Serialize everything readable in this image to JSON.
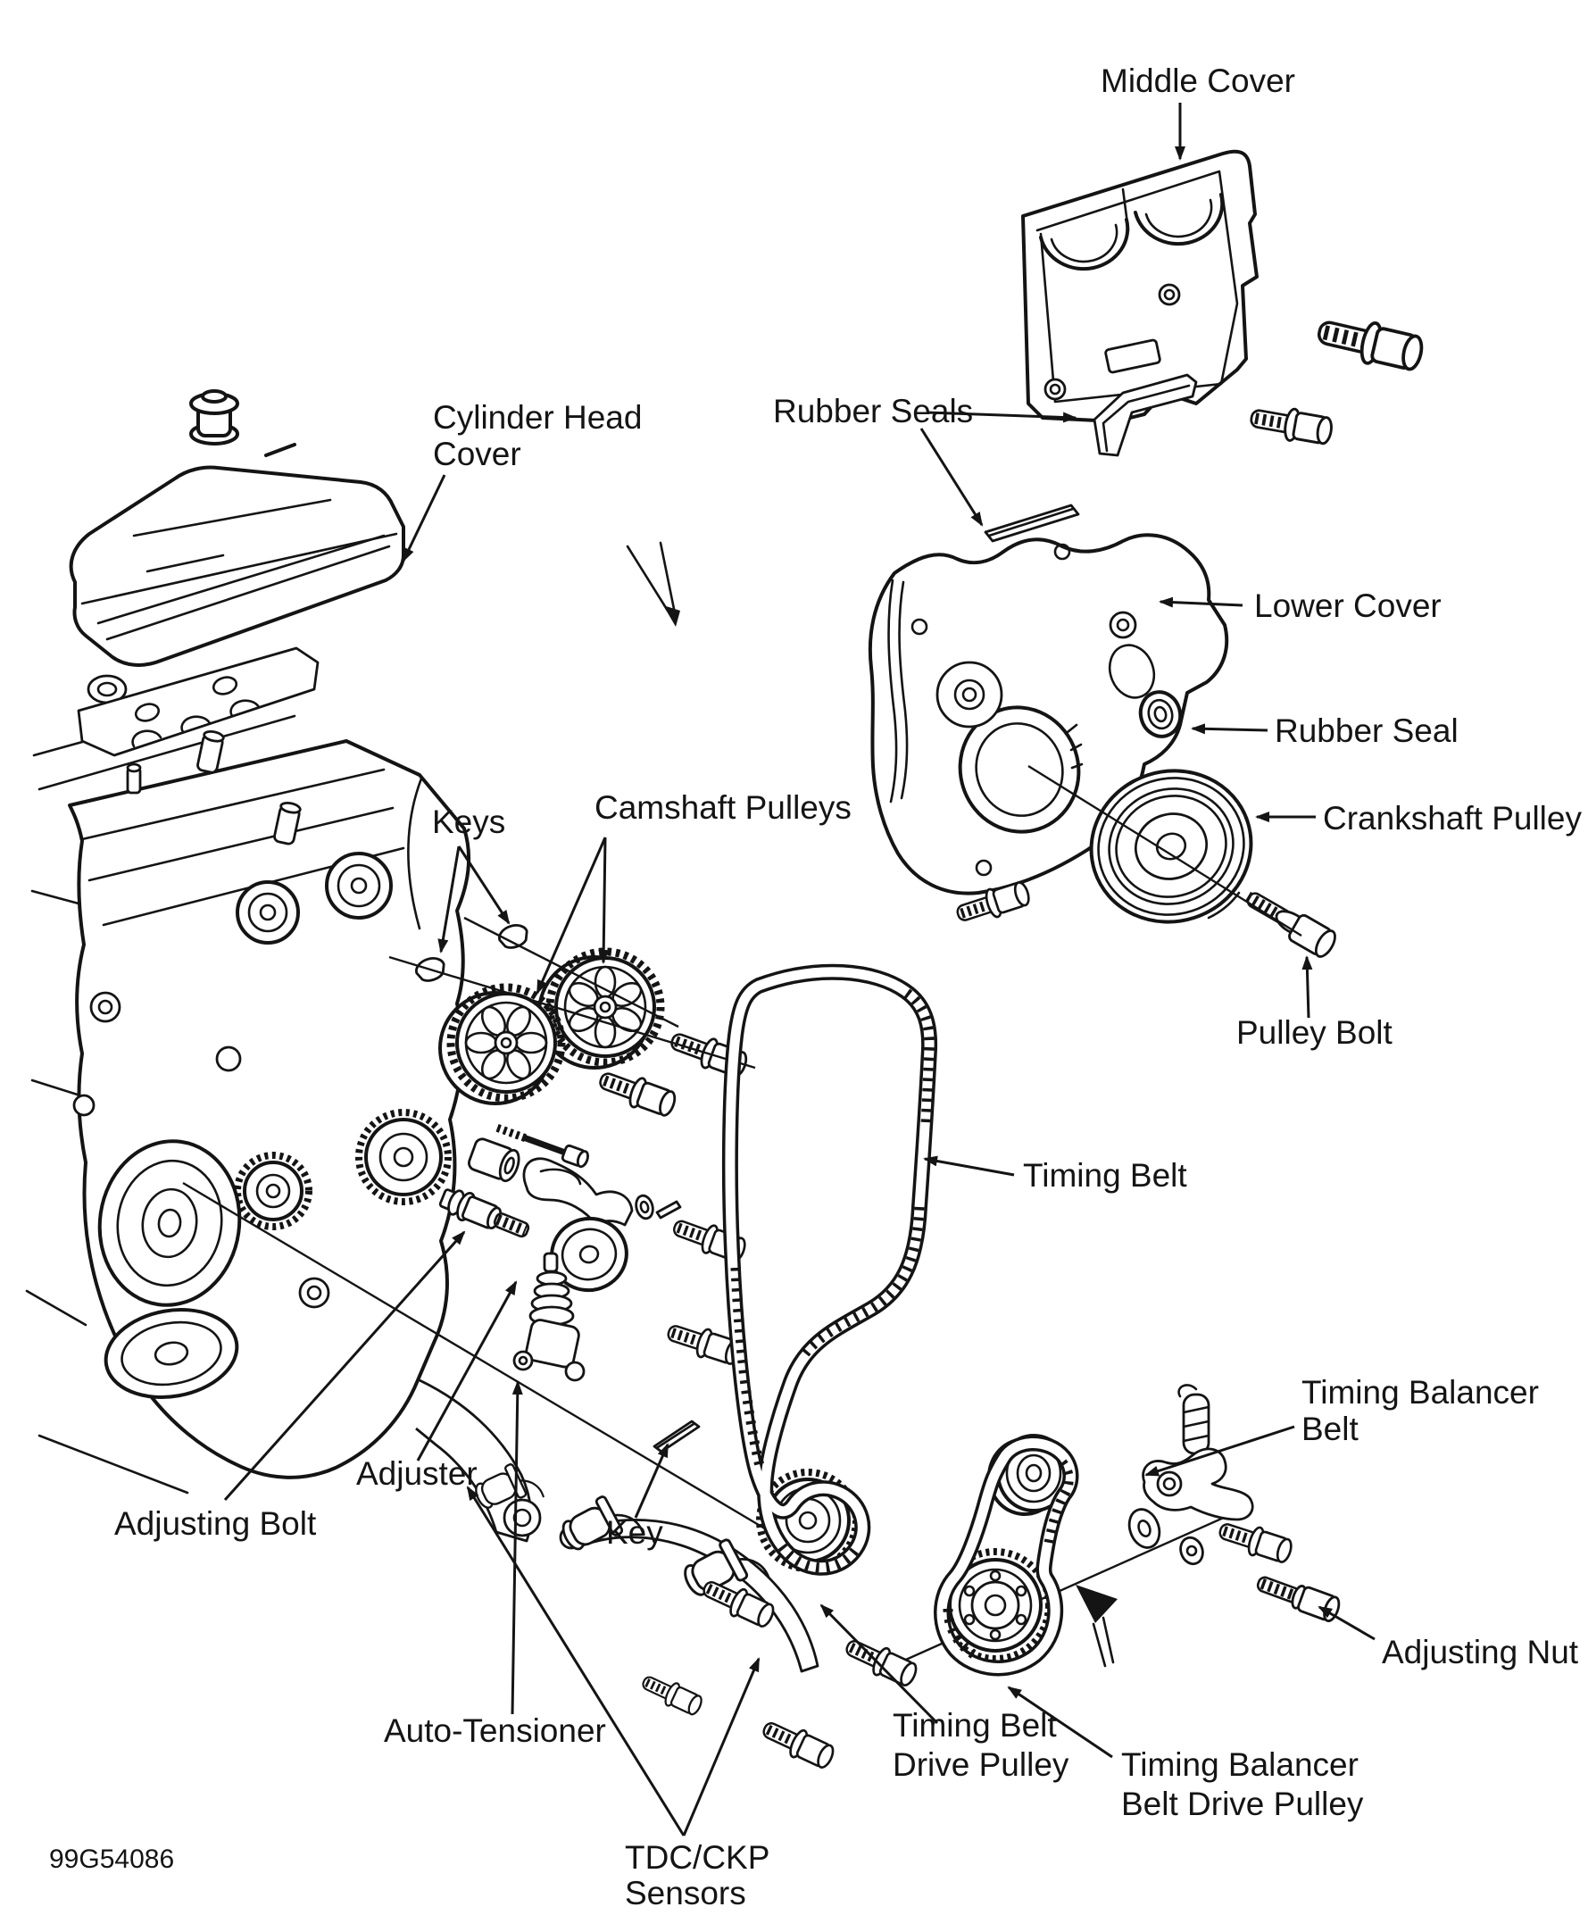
{
  "figure": {
    "part_code": "99G54086",
    "kind": "engine-timing-belt-exploded-diagram"
  },
  "colors": {
    "ink": "#141414",
    "paper": "#ffffff"
  },
  "icons": {
    "leader_arrowhead": "filled-triangle",
    "direction_pointer": "filled-triangle"
  },
  "labels": {
    "middle_cover": {
      "text": "Middle Cover"
    },
    "cylinder_head_cover": {
      "line1": "Cylinder Head",
      "line2": "Cover"
    },
    "rubber_seals": {
      "text": "Rubber Seals"
    },
    "lower_cover": {
      "text": "Lower Cover"
    },
    "rubber_seal": {
      "text": "Rubber Seal"
    },
    "crankshaft_pulley": {
      "text": "Crankshaft Pulley"
    },
    "keys": {
      "text": "Keys"
    },
    "camshaft_pulleys": {
      "text": "Camshaft Pulleys"
    },
    "pulley_bolt": {
      "text": "Pulley Bolt"
    },
    "timing_belt": {
      "text": "Timing Belt"
    },
    "timing_balancer_belt": {
      "line1": "Timing Balancer",
      "line2": "Belt"
    },
    "adjusting_bolt": {
      "text": "Adjusting Bolt"
    },
    "adjuster": {
      "text": "Adjuster"
    },
    "key": {
      "text": "Key"
    },
    "auto_tensioner": {
      "text": "Auto-Tensioner"
    },
    "tdc_ckp_sensors": {
      "line1": "TDC/CKP",
      "line2": "Sensors"
    },
    "timing_belt_drive_pulley": {
      "line1": "Timing Belt",
      "line2": "Drive Pulley"
    },
    "timing_balancer_belt_drive_pulley": {
      "line1": "Timing Balancer",
      "line2": "Belt Drive Pulley"
    },
    "adjusting_nut": {
      "text": "Adjusting Nut"
    }
  }
}
